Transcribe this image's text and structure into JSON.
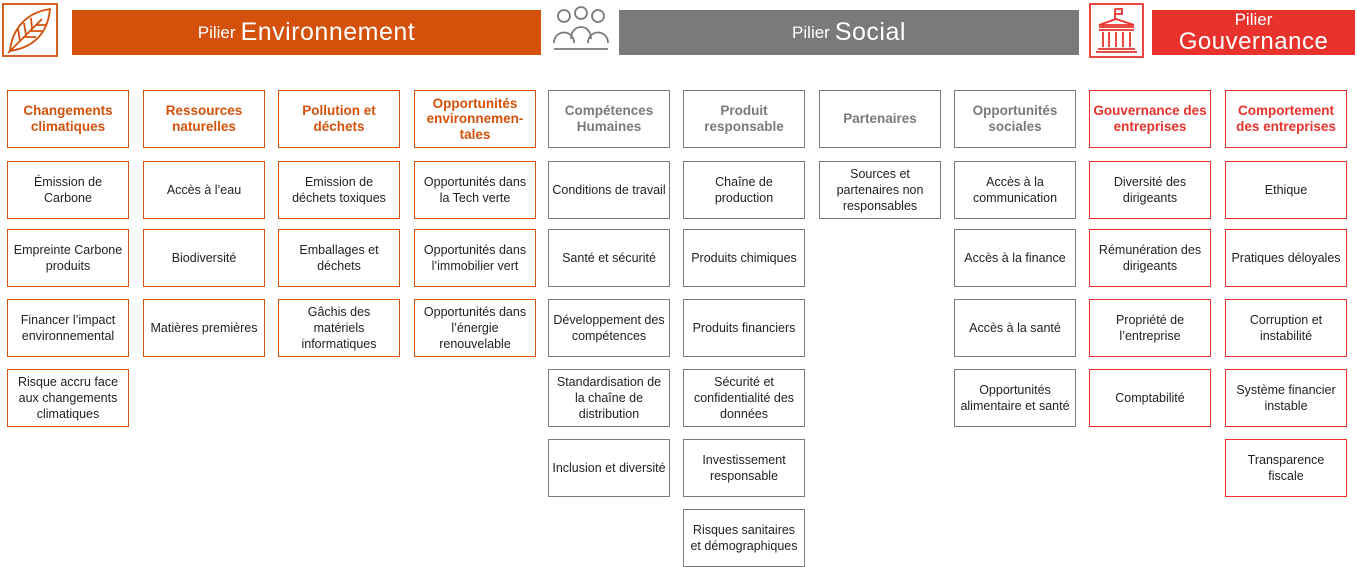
{
  "colors": {
    "environment": "#d4510c",
    "social": "#7a7a7a",
    "governance": "#e8322b"
  },
  "pillars": [
    {
      "key": "environment",
      "prefix": "Pilier",
      "name": "Environnement",
      "icon": "leaf-icon",
      "columns": [
        {
          "header": "Changements climatiques",
          "items": [
            "Émission de Carbone",
            "Empreinte Carbone produits",
            "Financer l’impact environnemental",
            "Risque accru face aux changements climatiques"
          ]
        },
        {
          "header": "Ressources naturelles",
          "items": [
            "Accès à l’eau",
            "Biodiversité",
            "Matières premières"
          ]
        },
        {
          "header": "Pollution et déchets",
          "items": [
            "Emission de déchets toxiques",
            "Emballages et déchets",
            "Gâchis des matériels informatiques"
          ]
        },
        {
          "header": "Opportunités environnemen-tales",
          "items": [
            "Opportunités dans la Tech verte",
            "Opportunités dans l’immobilier vert",
            "Opportunités dans l’énergie renouvelable"
          ]
        }
      ]
    },
    {
      "key": "social",
      "prefix": "Pilier",
      "name": "Social",
      "icon": "people-icon",
      "columns": [
        {
          "header": "Compétences Humaines",
          "items": [
            "Conditions de travail",
            "Santé et sécurité",
            "Développement des compétences",
            "Standardisation de la chaîne de distribution",
            "Inclusion et diversité"
          ]
        },
        {
          "header": "Produit responsable",
          "items": [
            "Chaîne de production",
            "Produits chimiques",
            "Produits financiers",
            "Sécurité et confidentialité des données",
            "Investissement responsable",
            "Risques sanitaires et démographiques"
          ]
        },
        {
          "header": "Partenaires",
          "items": [
            "Sources et partenaires non responsables"
          ]
        },
        {
          "header": "Opportunités sociales",
          "items": [
            "Accès à la communication",
            "Accès à la finance",
            "Accès à la santé",
            "Opportunités alimentaire et santé"
          ]
        }
      ]
    },
    {
      "key": "governance",
      "prefix": "Pilier",
      "name": "Gouvernance",
      "icon": "government-building-icon",
      "columns": [
        {
          "header": "Gouvernance des entreprises",
          "items": [
            "Diversité des dirigeants",
            "Rémunération des dirigeants",
            "Propriété de l’entreprise",
            "Comptabilité"
          ]
        },
        {
          "header": "Comportement des entreprises",
          "items": [
            "Ethique",
            "Pratiques déloyales",
            "Corruption et instabilité",
            "Système financier instable",
            "Transparence fiscale"
          ]
        }
      ]
    }
  ]
}
